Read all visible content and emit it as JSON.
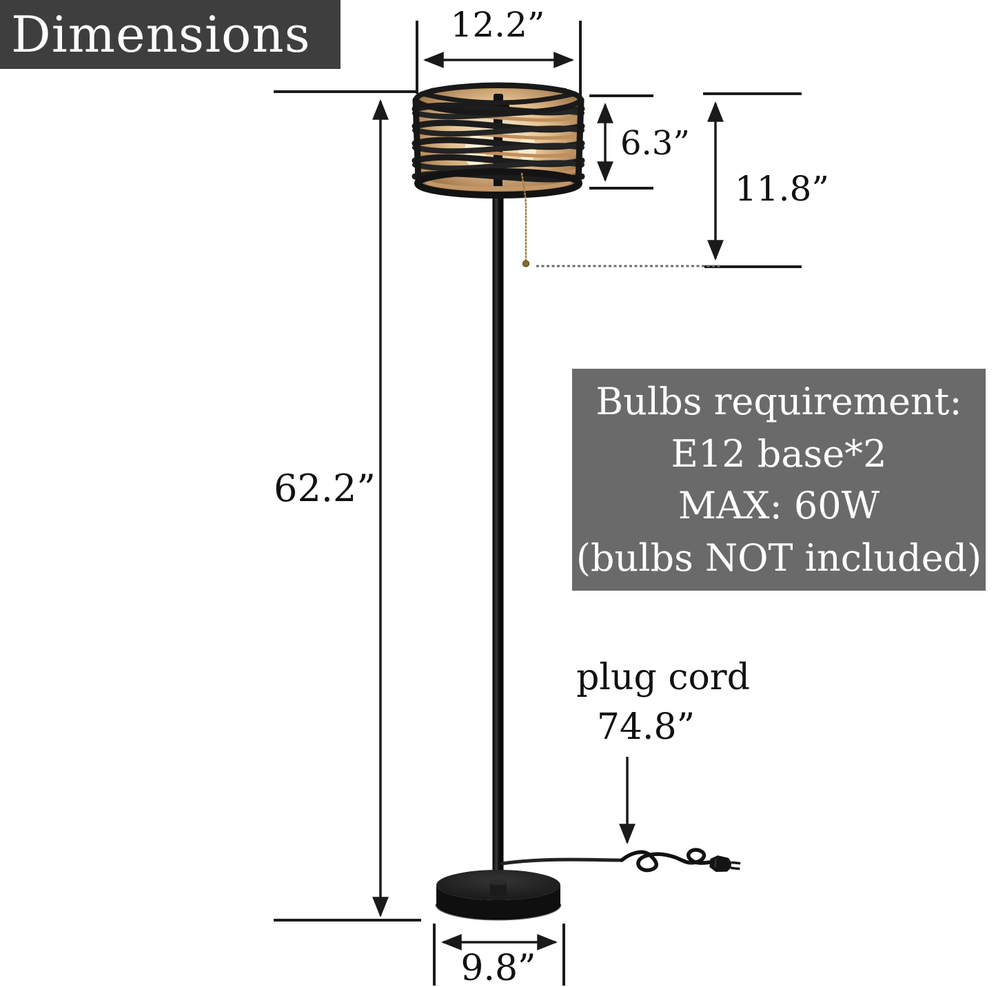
{
  "header": {
    "title": "Dimensions"
  },
  "measurements": {
    "shade_width": "12.2”",
    "shade_height": "6.3”",
    "shade_with_chain_height": "11.8”",
    "total_height": "62.2”",
    "base_width": "9.8”",
    "plug_cord_label": "plug cord",
    "plug_cord_length": "74.8”"
  },
  "bulbs_box": {
    "line1": "Bulbs requirement:",
    "line2": "E12 base*2",
    "line3": "MAX: 60W",
    "line4": "(bulbs NOT included)"
  },
  "colors": {
    "header_bg": "#3e3e3e",
    "info_box_bg": "#6a6a6a",
    "box_text": "#ffffff",
    "dimension_lines": "#1a1a1a",
    "lamp_black": "#141414",
    "rattan_tan": "#bf8f5c",
    "warm_glow": "#f7e8cd",
    "chain_gold": "#a5813f"
  }
}
